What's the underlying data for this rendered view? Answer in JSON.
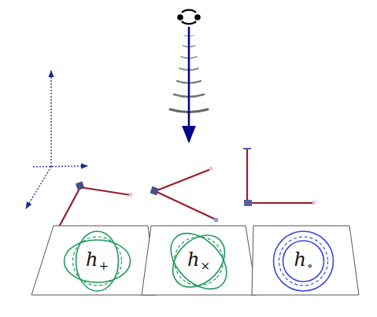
{
  "diagram": {
    "nodes": [
      {
        "text": [
          "h+"
        ]
      },
      {
        "text": [
          "h×"
        ]
      },
      {
        "text": [
          "h∘"
        ]
      }
    ]
  }
}
